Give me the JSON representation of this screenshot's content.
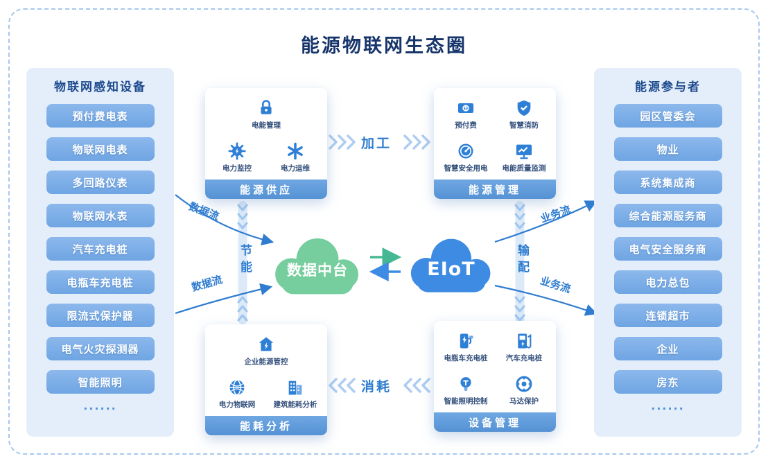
{
  "title": "能源物联网生态圈",
  "left_panel": {
    "title": "物联网感知设备",
    "items": [
      "预付费电表",
      "物联网电表",
      "多回路仪表",
      "物联网水表",
      "汽车充电桩",
      "电瓶车充电桩",
      "限流式保护器",
      "电气火灾探测器",
      "智能照明"
    ],
    "more": "......"
  },
  "right_panel": {
    "title": "能源参与者",
    "items": [
      "园区管委会",
      "物业",
      "系统集成商",
      "综合能源服务商",
      "电气安全服务商",
      "电力总包",
      "连锁超市",
      "企业",
      "房东"
    ],
    "more": "......"
  },
  "cards": {
    "energy_supply": {
      "title": "能源供应",
      "items": [
        {
          "icon": "lock-icon",
          "label": "电能管理"
        },
        {
          "icon": "gear-bolt-icon",
          "label": "电力监控"
        },
        {
          "icon": "asterisk-icon",
          "label": "电力运维"
        }
      ]
    },
    "energy_management": {
      "title": "能源管理",
      "items": [
        {
          "icon": "prepaid-icon",
          "label": "预付费"
        },
        {
          "icon": "shield-icon",
          "label": "智慧消防"
        },
        {
          "icon": "gauge-icon",
          "label": "智慧安全用电"
        },
        {
          "icon": "monitor-icon",
          "label": "电能质量监测"
        }
      ]
    },
    "energy_analysis": {
      "title": "能耗分析",
      "items": [
        {
          "icon": "house-bolt-icon",
          "label": "企业能源管控"
        },
        {
          "icon": "globe-icon",
          "label": "电力物联网"
        },
        {
          "icon": "building-icon",
          "label": "建筑能耗分析"
        }
      ]
    },
    "device_management": {
      "title": "设备管理",
      "items": [
        {
          "icon": "ev-pile-icon",
          "label": "电瓶车充电桩"
        },
        {
          "icon": "car-charger-icon",
          "label": "汽车充电桩"
        },
        {
          "icon": "bulb-icon",
          "label": "智能照明控制"
        },
        {
          "icon": "motor-icon",
          "label": "马达保护"
        }
      ]
    }
  },
  "clouds": {
    "data_platform": "数据中台",
    "eiot": "EIoT"
  },
  "flows": {
    "processing": "加工",
    "consumption": "消耗",
    "energy_saving": "节能",
    "distribution": "输配",
    "data_flow_top": "数据流",
    "data_flow_bottom": "数据流",
    "business_flow_top": "业务流",
    "business_flow_bottom": "业务流"
  },
  "colors": {
    "accent_blue": "#2e7fd6",
    "cloud_green": "#76cd9d",
    "cloud_blue": "#3e8be4",
    "pill_blue": "#7fb0e6",
    "panel_bg": "#e4eefa",
    "header_bar": "#5b9ad7",
    "title_navy": "#17356b"
  }
}
